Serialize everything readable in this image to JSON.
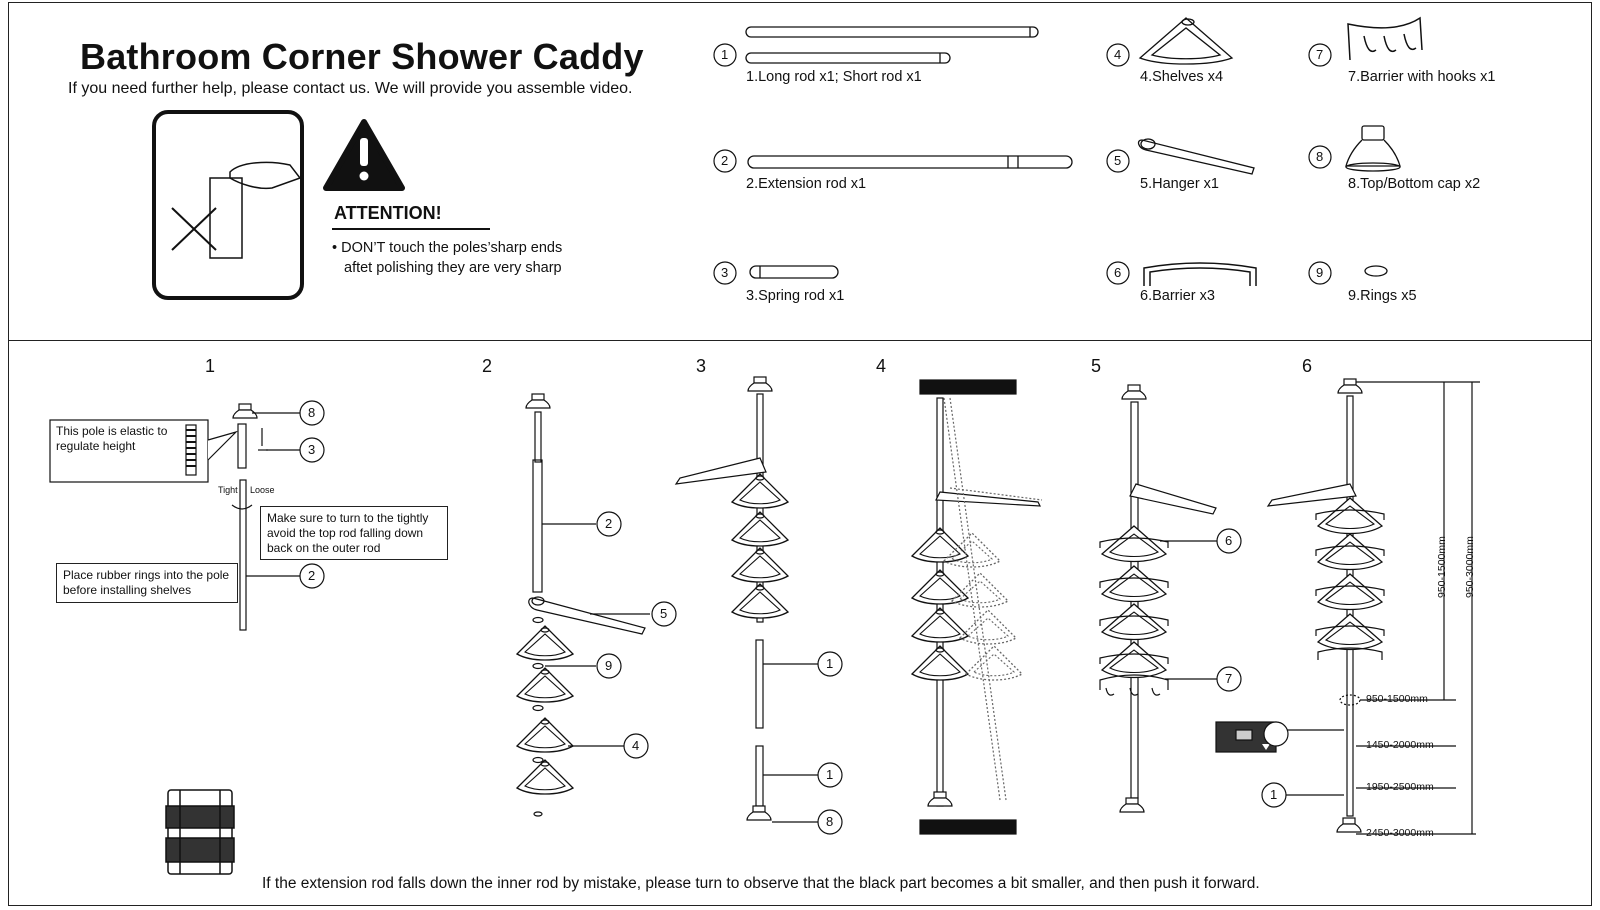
{
  "header": {
    "title": "Bathroom Corner Shower Caddy",
    "subtitle": "If you need further help, please contact us. We will provide you assemble video."
  },
  "attention": {
    "heading": "ATTENTION!",
    "line1": "• DON’T touch the poles’sharp ends",
    "line2": "aftet polishing they are very sharp"
  },
  "parts": [
    {
      "num": "1",
      "label": "1.Long rod x1; Short rod x1"
    },
    {
      "num": "2",
      "label": "2.Extension rod x1"
    },
    {
      "num": "3",
      "label": "3.Spring rod x1"
    },
    {
      "num": "4",
      "label": "4.Shelves x4"
    },
    {
      "num": "5",
      "label": "5.Hanger  x1"
    },
    {
      "num": "6",
      "label": "6.Barrier x3"
    },
    {
      "num": "7",
      "label": "7.Barrier with hooks x1"
    },
    {
      "num": "8",
      "label": "8.Top/Bottom cap x2"
    },
    {
      "num": "9",
      "label": "9.Rings x5"
    }
  ],
  "steps": [
    "1",
    "2",
    "3",
    "4",
    "5",
    "6"
  ],
  "step1": {
    "elastic_note": "This pole is elastic to regulate height",
    "tight": "Tight",
    "loose": "Loose",
    "turn_note": "Make sure to turn to the tightly avoid the top rod falling down back on the outer rod",
    "rings_note": "Place rubber rings into the pole before installing shelves",
    "callouts": [
      "8",
      "3",
      "2"
    ]
  },
  "step2": {
    "callouts": [
      "2",
      "5",
      "9",
      "4"
    ]
  },
  "step3": {
    "callouts": [
      "1",
      "1",
      "8"
    ]
  },
  "step5": {
    "callouts": [
      "6",
      "7"
    ]
  },
  "step6": {
    "callout": "1",
    "heights": [
      "950-1500mm",
      "1450-2000mm",
      "1950-2500mm",
      "2450-3000mm"
    ],
    "range_a": "950-1500mm",
    "range_b": "950-3000mm"
  },
  "footer": "If the extension rod falls down the inner rod by mistake, please turn to observe that the black part becomes a bit smaller, and then push it forward."
}
